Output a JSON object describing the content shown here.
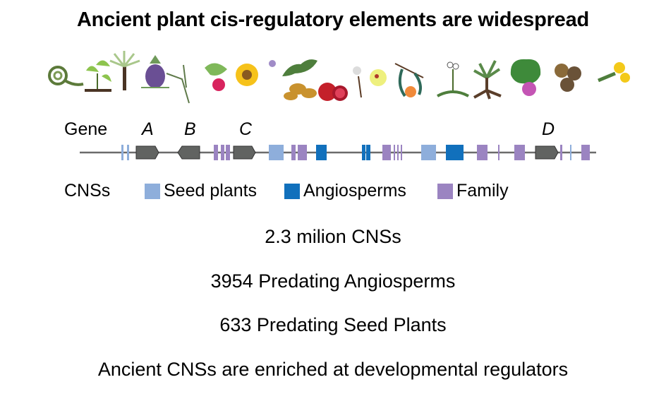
{
  "title": "Ancient plant cis-regulatory elements are widespread",
  "plants": [
    {
      "name": "fern fiddlehead",
      "icon": "fern-icon"
    },
    {
      "name": "ginkgo",
      "icon": "ginkgo-icon"
    },
    {
      "name": "cycad palm",
      "icon": "palm-icon"
    },
    {
      "name": "pineapple",
      "icon": "pineapple-icon"
    },
    {
      "name": "grass",
      "icon": "grass-icon"
    },
    {
      "name": "beet",
      "icon": "beet-icon"
    },
    {
      "name": "sunflower",
      "icon": "sunflower-icon"
    },
    {
      "name": "potato",
      "icon": "potato-icon"
    },
    {
      "name": "pomegranate",
      "icon": "pomegranate-icon"
    },
    {
      "name": "cotton",
      "icon": "cotton-icon"
    },
    {
      "name": "peach",
      "icon": "peach-icon"
    },
    {
      "name": "arabidopsis",
      "icon": "arabidopsis-icon"
    },
    {
      "name": "cassava",
      "icon": "cassava-icon"
    },
    {
      "name": "bauhinia",
      "icon": "bauhinia-icon"
    },
    {
      "name": "chestnut",
      "icon": "chestnut-icon"
    },
    {
      "name": "legume flower",
      "icon": "legume-icon"
    }
  ],
  "diagram": {
    "gene_label": "Gene",
    "cns_label": "CNSs",
    "genes": [
      {
        "label": "A",
        "direction": "right"
      },
      {
        "label": "B",
        "direction": "left"
      },
      {
        "label": "C",
        "direction": "right"
      },
      {
        "label": "D",
        "direction": "right"
      }
    ],
    "legend": [
      {
        "key": "seed",
        "label": "Seed plants",
        "color": "#8eaedb"
      },
      {
        "key": "angio",
        "label": "Angiosperms",
        "color": "#1170bc"
      },
      {
        "key": "family",
        "label": "Family",
        "color": "#9b84c1"
      }
    ],
    "gene_color": "#616361",
    "line_color": "#6b6b6b"
  },
  "stats": [
    "2.3 milion CNSs",
    "3954 Predating Angiosperms",
    "633 Predating Seed Plants",
    "Ancient CNSs are enriched at developmental regulators"
  ]
}
